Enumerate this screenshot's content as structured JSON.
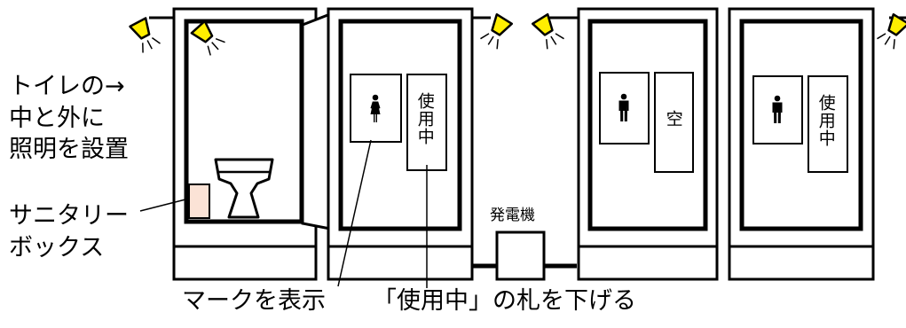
{
  "labels": {
    "lighting": "トイレの→\n中と外に\n照明を設置",
    "sanitary_box": "サニタリー\nボックス",
    "show_mark": "マークを表示",
    "hang_sign": "「使用中」の札を下げる",
    "generator": "発電機"
  },
  "signs": {
    "booth2": "使用中",
    "booth3": "空",
    "booth4": "使用中"
  },
  "icons": {
    "booth2_mark": "woman-icon",
    "booth3_mark": "man-icon",
    "booth4_mark": "man-icon",
    "lamp": "lamp-icon"
  },
  "colors": {
    "lamp_fill": "#ffee00",
    "sanitary_box_fill": "#fbe3d6",
    "outline": "#000000"
  }
}
